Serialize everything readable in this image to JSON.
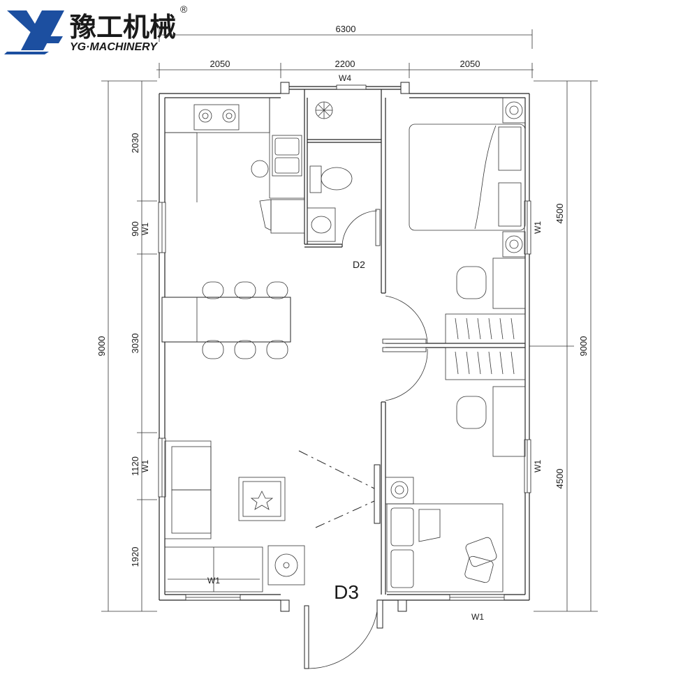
{
  "brand": {
    "name_cn": "豫工机械",
    "name_en": "YG·MACHINERY",
    "registered_mark": "®",
    "colors": {
      "blue": "#1c4fa0",
      "dark": "#1f1f1f"
    }
  },
  "dimensions": {
    "total_width": "6300",
    "top_segments": [
      "2050",
      "2200",
      "2050"
    ],
    "left_total": "9000",
    "left_segments": [
      "2030",
      "900",
      "3030",
      "1120",
      "1920"
    ],
    "right_total": "9000",
    "right_segments": [
      "4500",
      "4500"
    ]
  },
  "labels": {
    "window_top": "W4",
    "window_left_1": "W1",
    "window_left_2": "W1",
    "window_right_1": "W1",
    "window_right_2": "W1",
    "window_bottom_left": "W1",
    "window_bottom_right": "W1",
    "door_bath": "D2",
    "door_entry": "D3"
  }
}
